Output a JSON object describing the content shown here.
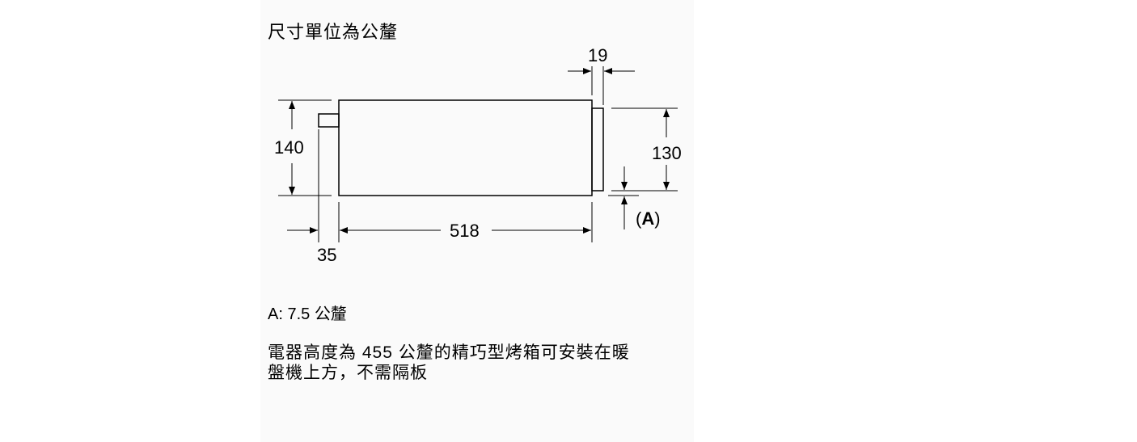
{
  "heading": "尺寸單位為公釐",
  "dimensions": {
    "width_top_gap": "19",
    "height_left": "140",
    "height_right": "130",
    "width_main": "518",
    "offset_left": "35",
    "label_a_open": "(",
    "label_a": "A",
    "label_a_close": ")"
  },
  "note_a": "A: 7.5 公釐",
  "description": {
    "line1": "電器高度為 455 公釐的精巧型烤箱可安裝在暖",
    "line2": "盤機上方，不需隔板"
  }
}
